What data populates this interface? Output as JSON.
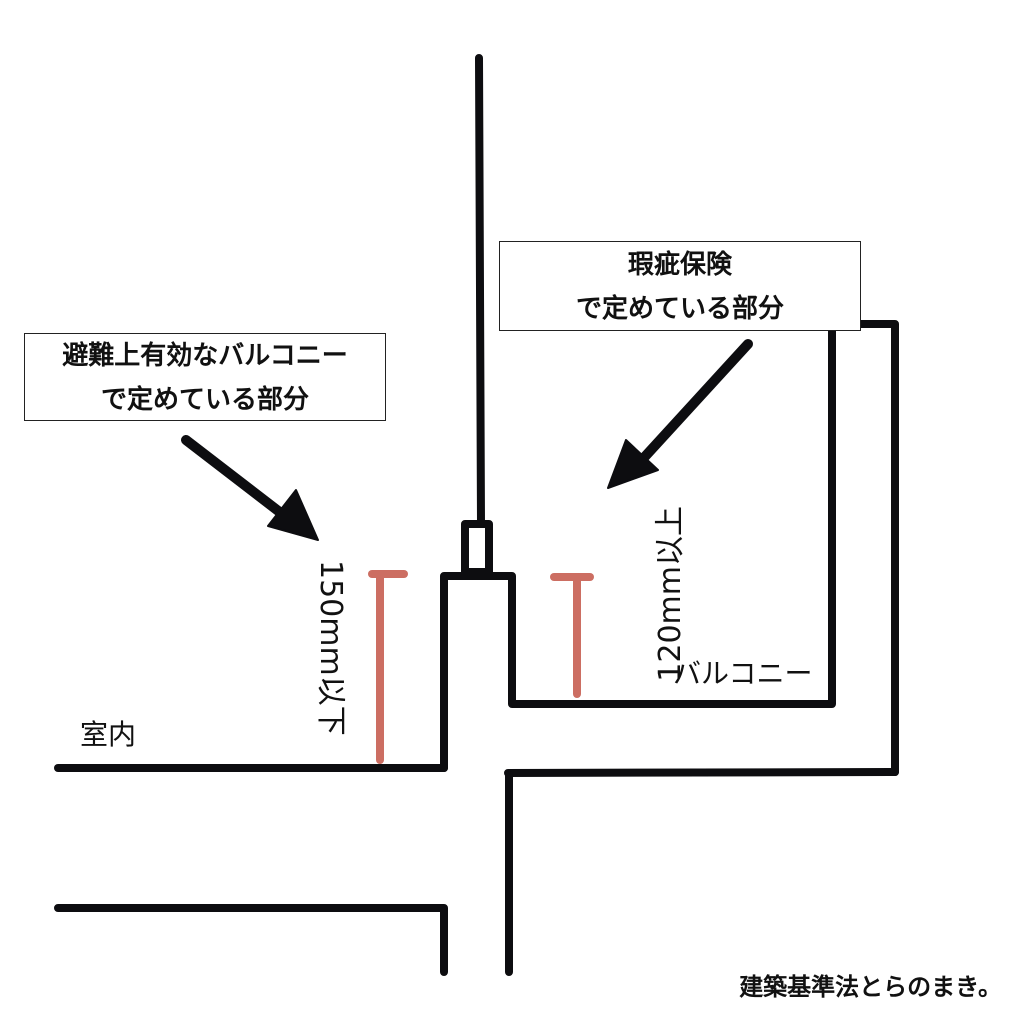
{
  "colors": {
    "line": "#0d0d10",
    "dimension": "#cc6e62",
    "background": "#ffffff"
  },
  "callouts": {
    "left": {
      "line1": "避難上有効なバルコニー",
      "line2": "で定めている部分"
    },
    "right": {
      "line1": "瑕疵保険",
      "line2": "で定めている部分"
    }
  },
  "labels": {
    "indoor": "室内",
    "balcony": "バルコニー",
    "dim_left": "150mm以下",
    "dim_right": "120mm以上",
    "credit": "建築基準法とらのまき。"
  },
  "icons": {
    "arrows": "arrow-icon"
  }
}
